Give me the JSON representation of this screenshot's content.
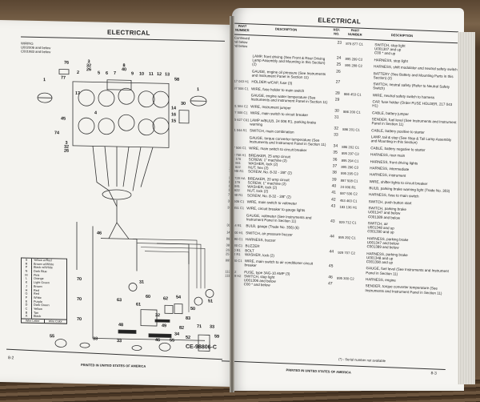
{
  "left_page": {
    "header": "ELECTRICAL",
    "wiring_title": "WIRING",
    "wiring_serials": [
      "U002006 and below",
      "C001983 and below"
    ],
    "drawing_number": "CE-98806-C",
    "page_number": "8-2",
    "footer": "PRINTED IN UNITED STATES OF AMERICA",
    "callouts": [
      "76",
      "77",
      "1",
      "2",
      "3\n32\n26",
      "5",
      "6",
      "7",
      "8\n40",
      "9",
      "10",
      "11",
      "12",
      "13",
      "58",
      "1",
      "17",
      "4",
      "14",
      "16",
      "15",
      "30",
      "45",
      "74",
      "3\n32\n26",
      "46",
      "31",
      "70",
      "60",
      "54",
      "62",
      "61",
      "32",
      "49",
      "63",
      "48",
      "50",
      "51",
      "83",
      "82",
      "71",
      "33",
      "59",
      "34",
      "70",
      "70",
      "55",
      "52",
      "55",
      "33",
      "33",
      "46"
    ],
    "legend": {
      "rows": [
        {
          "letter": "S",
          "color": "Yellow w/Red"
        },
        {
          "letter": "R",
          "color": "Brown w/White"
        },
        {
          "letter": "P",
          "color": "Black w/White"
        },
        {
          "letter": "N",
          "color": "Dark Blue"
        },
        {
          "letter": "M",
          "color": "Pink"
        },
        {
          "letter": "L",
          "color": "Orange"
        },
        {
          "letter": "K",
          "color": "Light Green"
        },
        {
          "letter": "J",
          "color": "Brown"
        },
        {
          "letter": "H",
          "color": "Red"
        },
        {
          "letter": "G",
          "color": "Red"
        },
        {
          "letter": "F",
          "color": "White"
        },
        {
          "letter": "E",
          "color": "Purple"
        },
        {
          "letter": "D",
          "color": "Dark Green"
        },
        {
          "letter": "C",
          "color": "Yellow"
        },
        {
          "letter": "B",
          "color": "Tan"
        },
        {
          "letter": "A",
          "color": "Black"
        }
      ],
      "footer_letter": "Wire Letter",
      "footer_color": "Wire Color"
    }
  },
  "right_page": {
    "header": "ELECTRICAL",
    "col_part_number": "PART NUMBER",
    "col_description": "DESCRIPTION",
    "col_ref_no": "REF. NO.",
    "continued": "- Continued\nand below\nand below",
    "left_items": [
      {
        "part": "",
        "desc": "LAMP, front driving (See Front & Rear Driving Lamp Assembly and Mounting in this Section) (2)"
      },
      {
        "part": "",
        "desc": "GAUGE, engine oil pressure (See Instruments and Instrument Panel in Section 11)"
      },
      {
        "part": "217 043 H1",
        "desc": "HOLDER w/CAP, fuse (3)"
      },
      {
        "part": "387 506 C1",
        "desc": "WIRE, fuse holder to main switch"
      },
      {
        "part": "",
        "desc": "GAUGE, engine water temperature (See Instruments and Instrument Panel in Section 11)"
      },
      {
        "part": "381 584 C2",
        "desc": "WIRE, Instrument jumper"
      },
      {
        "part": "387 508 C1",
        "desc": "WIRE, main switch to circuit breaker"
      },
      {
        "part": "105 627 C91",
        "desc": "LAMP w/BULB, 24 006 R1, parking brake warning"
      },
      {
        "part": "371 044 R1",
        "desc": "SWITCH, main combination"
      },
      {
        "part": "",
        "desc": "GAUGE, torque converter temperature (See Instruments and Instrument Panel in Section 11)"
      },
      {
        "part": "387 506 C1",
        "desc": "WIRE, main switch to circuit breaker"
      },
      {
        "part": "148 758 H1\n122 176\n121 841\n120 622\n71 848 R1",
        "desc": "BREAKER, 25 amp circuit\n   SCREW, 1\" machine (2)\n   WASHER, lock (2)\n   NUT, hex (2)\n   SCREW, No. 8-32 - 3/8\" (2)"
      },
      {
        "part": "119 728 HA\n122 176\n121 841\n120 622\n71 848 R1",
        "desc": "BREAKER, 20 amp circuit\n   SCREW, 1\" machine (2)\n   WASHER, lock (2)\n   NUT, lock (2)\n   SCREW, No. 8-32 - 3/8\" (2)"
      },
      {
        "part": "387 506 C1",
        "desc": "WIRE, main switch to voltmeter"
      },
      {
        "part": "393 851 C1",
        "desc": "WIRE, circuit breaker to gauge lights"
      },
      {
        "part": "",
        "desc": "GAUGE, voltmeter (See Instruments and Instrument Panel in Section 11)"
      },
      {
        "part": "30 214 R1",
        "desc": "BULB, gauge (Trade No. 356) (6)"
      },
      {
        "part": "140 200 H1",
        "desc": "SWITCH, air pressure buzzer"
      },
      {
        "part": "895 290 C1",
        "desc": "HARNESS, buzzer"
      },
      {
        "part": "384 980 C1\n26 820 R1\n25 532 R1",
        "desc": "BUZZER\n   BOLT\n   WASHER, lock (2)"
      },
      {
        "part": "895 300 C1",
        "desc": "WIRE, main switch to air conditioner circuit breaker"
      },
      {
        "part": "113 142\n113 239 H2",
        "desc": "FUSE, type 3AG-10 AMP (3)\nSWITCH, stop light\n   U001306 and below\n   C00 * and below"
      }
    ],
    "right_items": [
      {
        "ref": "23",
        "part": "879 877 C1",
        "desc": "SWITCH, stop light\n   U001307 and up\n   C00 * and up"
      },
      {
        "ref": "24",
        "part": "895 289 C2",
        "desc": "HARNESS, stop light"
      },
      {
        "ref": "25",
        "part": "895 288 C2",
        "desc": "HARNESS, shift modulator and neutral safety switch"
      },
      {
        "ref": "26",
        "part": "",
        "desc": "BATTERY (See Battery and Mounting Parts in this Section) (2)"
      },
      {
        "ref": "27",
        "part": "",
        "desc": "SWITCH, neutral safety (Refer to Neutral Safety Switch)"
      },
      {
        "ref": "28",
        "part": "886 453 C1",
        "desc": "WIRE, neutral safety switch to harness"
      },
      {
        "ref": "29",
        "part": "",
        "desc": "CAP, fuse holder (Order FUSE HOLDER, 217 043 H1)"
      },
      {
        "ref": "30",
        "part": "886 200 C1",
        "desc": "CABLE, battery jumper"
      },
      {
        "ref": "31",
        "part": "",
        "desc": "SENDER, fuel level (See Instruments and Instrument Panel in Section 11)"
      },
      {
        "ref": "32",
        "part": "886 201 C1",
        "desc": "CABLE, battery positive to starter"
      },
      {
        "ref": "33",
        "part": "",
        "desc": "LAMP, tail & stop (See Stop & Tail Lamp Assembly and Mounting in this Section)"
      },
      {
        "ref": "34",
        "part": "886 202 C1",
        "desc": "CABLE, battery negative to starter"
      },
      {
        "ref": "35",
        "part": "895 297 C3",
        "desc": "HARNESS, rear main"
      },
      {
        "ref": "36",
        "part": "895 294 C1",
        "desc": "HARNESS, front driving lights"
      },
      {
        "ref": "37",
        "part": "895 296 C3",
        "desc": "HARNESS, intermediate"
      },
      {
        "ref": "38",
        "part": "895 295 C3",
        "desc": "HARNESS, instrument"
      },
      {
        "ref": "39",
        "part": "887 508 C1",
        "desc": "WIRE, shifter lights to circuit breaker"
      },
      {
        "ref": "40",
        "part": "24 006 R1",
        "desc": "BULB, parking brake warning light (Trade No. 303)"
      },
      {
        "ref": "41",
        "part": "887 536 C2",
        "desc": "HARNESS, fuse to main switch"
      },
      {
        "ref": "42",
        "part": "453 463 C1",
        "desc": "SWITCH, push button start"
      },
      {
        "ref": "43",
        "part": "183 136 H1",
        "desc": "SWITCH, parking brake\n   U001347 and below\n   C001389 and below"
      },
      {
        "ref": "43",
        "part": "929 712 C1",
        "desc": "SWITCH, air\n   U001348 and up\n   C001390 and up"
      },
      {
        "ref": "44",
        "part": "895 292 C1",
        "desc": "HARNESS, parking brake\n   U001347 and below\n   C001389 and below"
      },
      {
        "ref": "44",
        "part": "929 707 C2",
        "desc": "HARNESS, parking brake\n   U001348 and up\n   C001390 and up"
      },
      {
        "ref": "45",
        "part": "",
        "desc": "GAUGE, fuel level (See Instruments and Instrument Panel in Section 11)"
      },
      {
        "ref": "46",
        "part": "895 300 C2",
        "desc": "HARNESS, engine"
      },
      {
        "ref": "47",
        "part": "",
        "desc": "SENDER, torque converter temperature (See Instruments and Instrument Panel in Section 11)"
      }
    ],
    "footnote": "(*) - Serial number not available",
    "page_number": "8-3",
    "footer": "PRINTED IN UNITED STATES OF AMERICA"
  }
}
